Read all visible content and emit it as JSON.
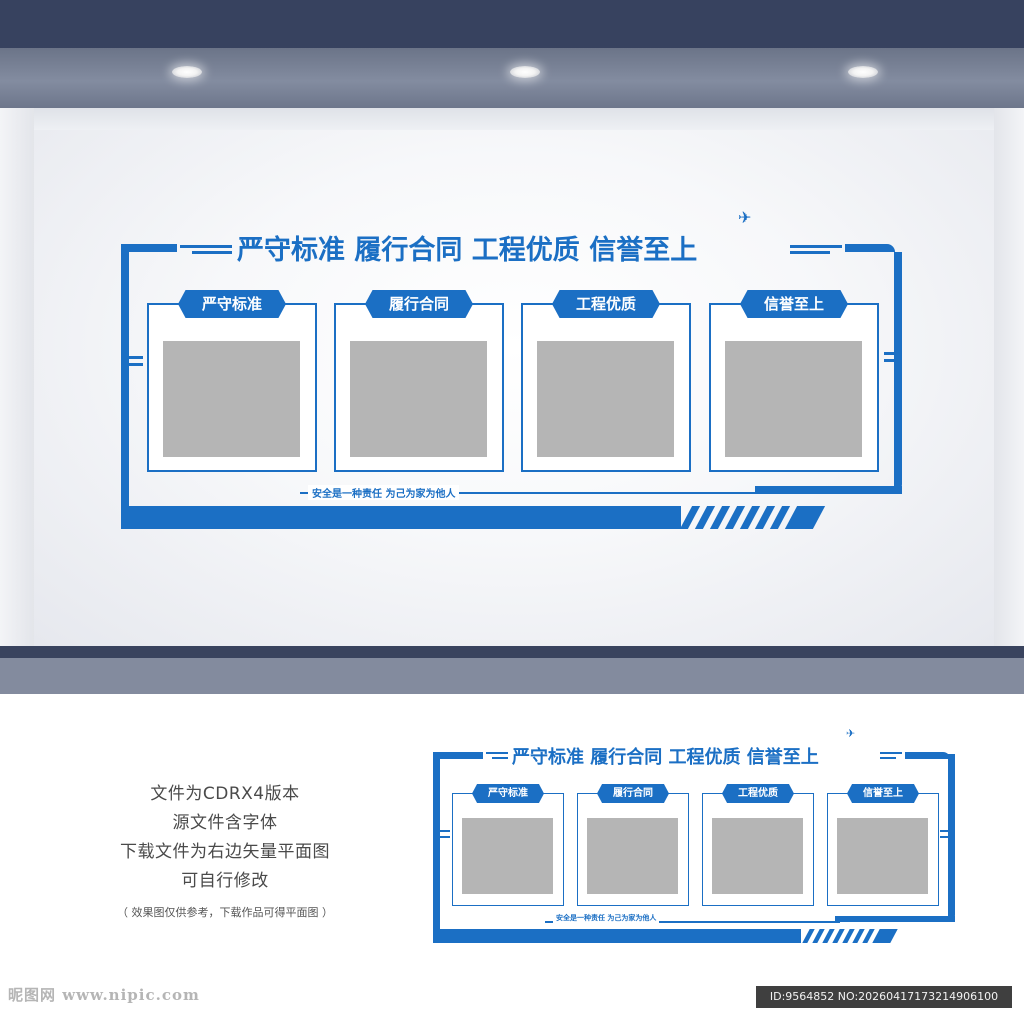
{
  "board": {
    "title": "严守标准 履行合同 工程优质 信誉至上",
    "slogan": "安全是一种责任 为己为家为他人",
    "tabs": [
      {
        "label": "严守标准"
      },
      {
        "label": "履行合同"
      },
      {
        "label": "工程优质"
      },
      {
        "label": "信誉至上"
      }
    ]
  },
  "info": {
    "lines": [
      "文件为CDRX4版本",
      "源文件含字体",
      "下载文件为右边矢量平面图",
      "可自行修改"
    ],
    "note": "（ 效果图仅供参考，下载作品可得平面图 ）"
  },
  "watermark": {
    "site": "昵图网 www.nipic.com",
    "id": "ID:9564852 NO:20260417173214906100"
  },
  "colors": {
    "accent": "#1b6fc4",
    "placeholder": "#b5b5b5",
    "ceiling": "#37425f"
  }
}
